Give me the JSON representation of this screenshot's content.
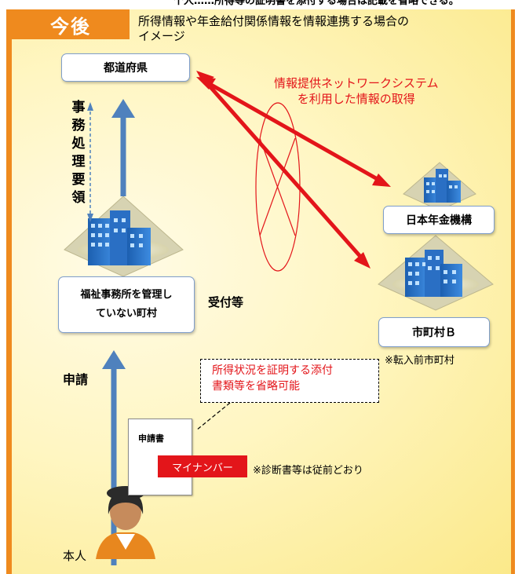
{
  "header": {
    "cutoff_text": "个人……所得等の証明書を添付する場合は記載を省略できる。",
    "tab_label": "今後",
    "title_line1": "所得情報や年金給付関係情報を情報連携する場合の",
    "title_line2": "イメージ"
  },
  "nodes": {
    "prefecture": "都道府県",
    "pension_org": "日本年金機構",
    "municipality_b": "市町村Ｂ",
    "town_line1": "福祉事務所を管理し",
    "town_line2": "ていない町村"
  },
  "labels": {
    "network_line1": "情報提供ネットワークシステム",
    "network_line2": "を利用した情報の取得",
    "guideline": [
      "事",
      "務",
      "処",
      "理",
      "要",
      "領"
    ],
    "reception": "受付等",
    "prior_municipality": "※転入前市町村",
    "application": "申請",
    "note_line1": "所得状況を証明する添付",
    "note_line2": "書類等を省略可能",
    "form_title": "申請書",
    "my_number": "マイナンバー",
    "medical_note": "※診断書等は従前どおり",
    "person": "本人"
  },
  "colors": {
    "frame_orange": "#ef8a1e",
    "arrow_blue": "#4f81bd",
    "network_red": "#e3151a",
    "box_border": "#7f9ecb"
  },
  "icons": [
    "building-icon",
    "person-icon",
    "document-icon"
  ]
}
